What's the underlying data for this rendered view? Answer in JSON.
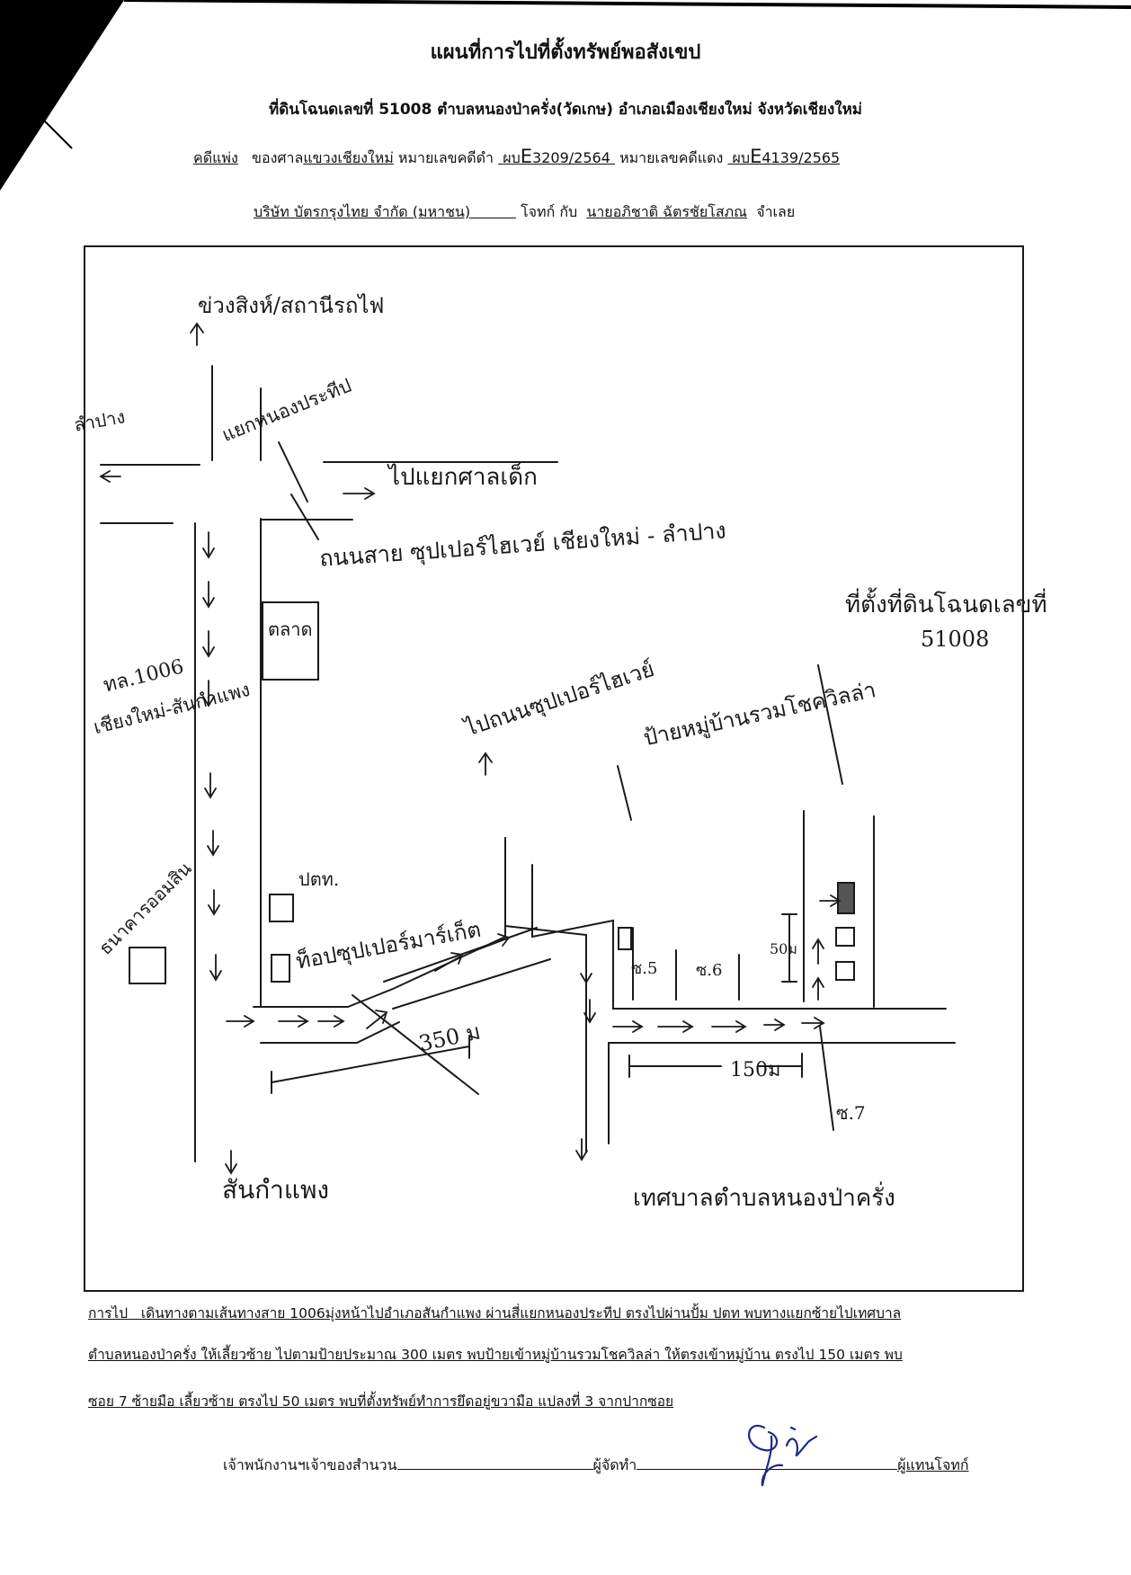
{
  "header": {
    "title": "แผนที่การไปที่ตั้งทรัพย์พอสังเขป",
    "land_line": "ที่ดินโฉนดเลขที่ 51008 ตำบลหนองป่าครั่ง(วัดเกษ) อำเภอเมืองเชียงใหม่ จังหวัดเชียงใหม่",
    "case_prefix": "คดีแพ่ง",
    "case_court_label": "ของศาล",
    "case_court": "แขวงเชียงใหม่",
    "black_no_label": "หมายเลขคดีดำ",
    "black_no_prefix": "ผบ",
    "black_no_letter": "E",
    "black_no": "3209/2564",
    "red_no_label": "หมายเลขคดีแดง",
    "red_no_prefix": "ผบ",
    "red_no_letter": "E",
    "red_no": "4139/2565",
    "plaintiff": "บริษัท บัตรกรุงไทย จำกัด (มหาชน)",
    "plaintiff_label": "โจทก์ กับ",
    "defendant": "นายอภิชาติ ฉัตรชัยโสภณ",
    "defendant_label": "จำเลย"
  },
  "map": {
    "labels": {
      "top_road": "ข่วงสิงห์/สถานีรถไฟ",
      "intersection": "แยกหนองประทีป",
      "to_lampang_left": "ลำปาง",
      "to_sakulthai": "ไปแยกศาลเด็ก",
      "superhighway": "ถนนสาย ซุปเปอร์ไฮเวย์ เชียงใหม่ - ลำปาง",
      "market": "ตลาด",
      "title_deed_1": "ที่ตั้งที่ดินโฉนดเลขที่",
      "title_deed_2": "51008",
      "route_no": "ทล.1006",
      "route_name": "เชียงใหม่-สันกำแพง",
      "to_superhighway": "ไปถนนซุปเปอร์ไฮเวย์",
      "village_sign": "ป้ายหมู่บ้านรวมโชควิลล่า",
      "ptt": "ปตท.",
      "tops": "ท็อปซุปเปอร์มาร์เก็ต",
      "bank": "ธนาคารออมสิน",
      "soi5": "ซ.5",
      "soi6": "ซ.6",
      "dist_50": "50ม",
      "dist_350": "350 ม",
      "dist_150": "150ม",
      "soi7": "ซ.7",
      "san_kamphaeng": "สันกำแพง",
      "municipality": "เทศบาลตำบลหนองป่าครั่ง"
    }
  },
  "directions": {
    "label": "การไป",
    "line1": "เดินทางตามเส้นทางสาย 1006มุ่งหน้าไปอำเภอสันกำแพง ผ่านสี่แยกหนองประทีป ตรงไปผ่านปั้ม ปตท พบทางแยกซ้ายไปเทศบาล",
    "line2": "ตำบลหนองป่าครั่ง ให้เลี้ยวซ้าย ไปตามป้ายประมาณ 300 เมตร พบป้ายเข้าหมู่บ้านรวมโชควิลล่า ให้ตรงเข้าหมู่บ้าน ตรงไป 150 เมตร พบ",
    "line3": "ซอย 7 ซ้ายมือ เลี้ยวซ้าย ตรงไป 50 เมตร พบที่ตั้งทรัพย์ทำการยึดอยู่ขวามือ แปลงที่ 3 จากปากซอย"
  },
  "signatures": {
    "officer": "เจ้าพนักงานฯเจ้าของสำนวน",
    "preparer": "ผู้จัดทำ",
    "representative": "ผู้แทนโจทก์"
  }
}
